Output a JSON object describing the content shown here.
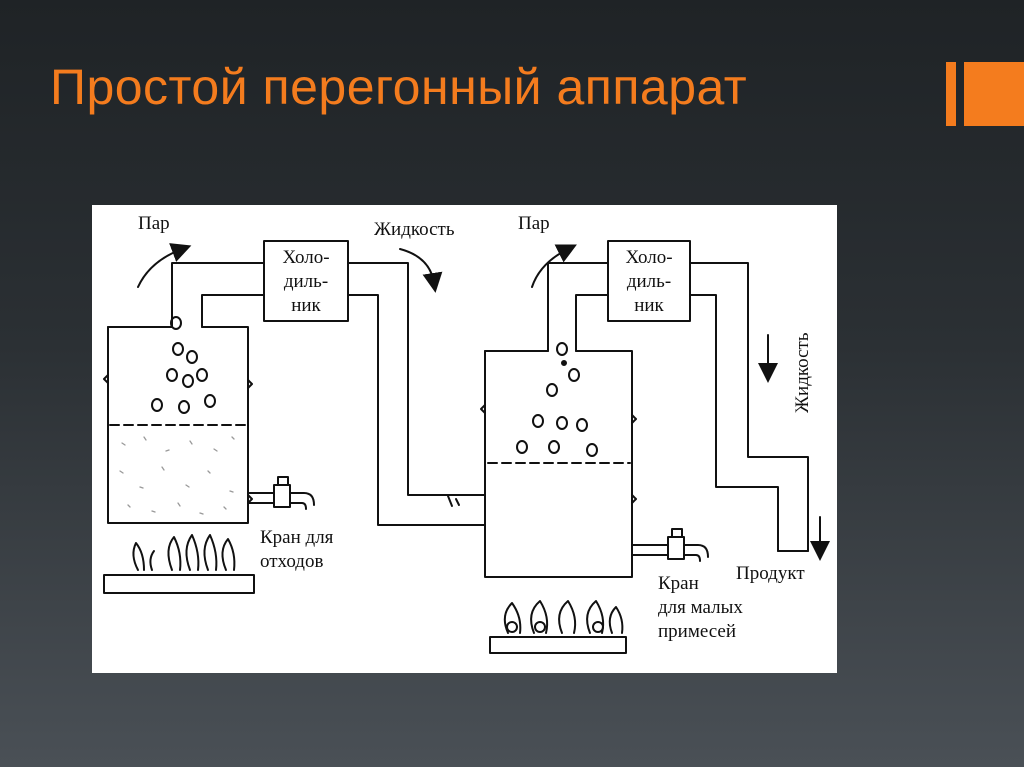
{
  "slide": {
    "title": "Простой перегонный аппарат"
  },
  "diagram": {
    "vapor_1": "Пар",
    "cooler_1": [
      "Холо-",
      "диль-",
      "ник"
    ],
    "liquid_1": "Жидкость",
    "vapor_2": "Пар",
    "cooler_2": [
      "Холо-",
      "диль-",
      "ник"
    ],
    "liquid_2": "Жидкость",
    "tap_waste": [
      "Кран для",
      "отходов"
    ],
    "tap_impurities": [
      "Кран",
      "для малых",
      "примесей"
    ],
    "product": "Продукт"
  },
  "colors": {
    "title": "#f47c1e",
    "accent": "#f47c1e",
    "background_top": "#1f2326",
    "background_bottom": "#4a5056",
    "diagram_bg": "#ffffff",
    "ink": "#111111"
  }
}
